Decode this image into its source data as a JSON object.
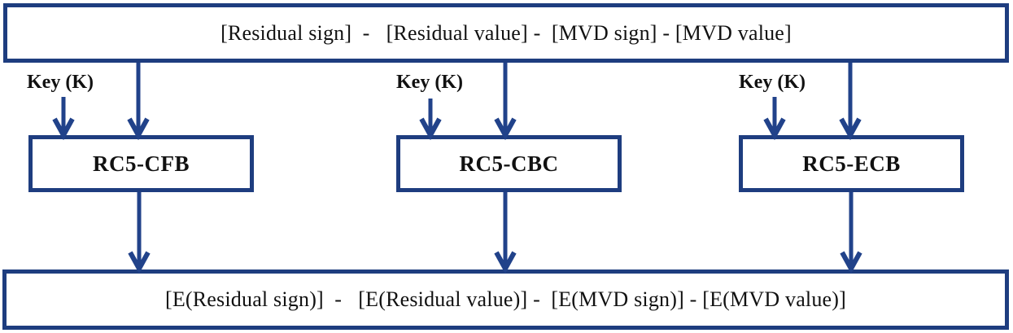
{
  "diagram": {
    "input_box_text": "[Residual sign]  -   [Residual value] -  [MVD sign] - [MVD value]",
    "key_label": "Key (K)",
    "ciphers": [
      {
        "label": "RC5-CFB"
      },
      {
        "label": "RC5-CBC"
      },
      {
        "label": "RC5-ECB"
      }
    ],
    "output_box_text": "[E(Residual sign)]  -   [E(Residual value)] -  [E(MVD sign)] - [E(MVD value)]"
  },
  "colors": {
    "box_border": "#1e3d7f",
    "arrow": "#21428a",
    "text": "#111111",
    "background": "#ffffff"
  }
}
